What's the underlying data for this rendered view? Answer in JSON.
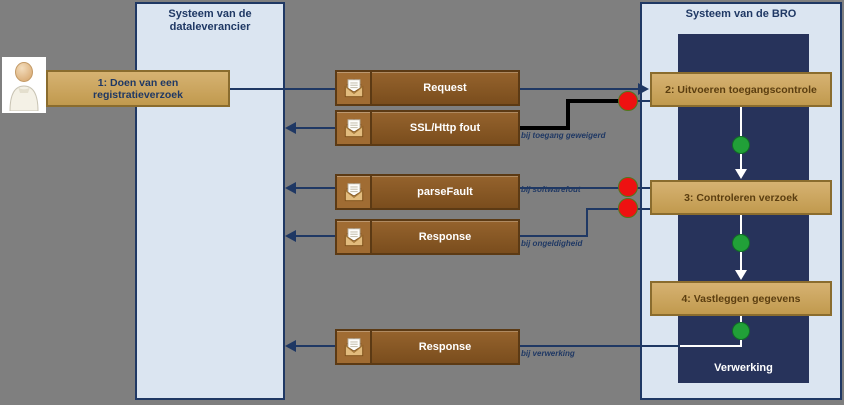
{
  "diagram": {
    "left_panel": {
      "title": "Systeem van de dataleverancier"
    },
    "right_panel": {
      "title": "Systeem van de BRO",
      "process_label": "Verwerking"
    },
    "steps": {
      "step1": "1: Doen van een registratieverzoek",
      "step2": "2: Uitvoeren toegangscontrole",
      "step3": "3:  Controleren verzoek",
      "step4": "4: Vastleggen gegevens"
    },
    "messages": {
      "request": {
        "label": "Request"
      },
      "ssl_fout": {
        "label": "SSL/Http fout",
        "condition": "bij toegang geweigerd"
      },
      "parse_fault": {
        "label": "parseFault",
        "condition": "bij softwarefout"
      },
      "response_ongeldig": {
        "label": "Response",
        "condition": "bij ongeldigheid"
      },
      "response_verwerking": {
        "label": "Response",
        "condition": "bij verwerking"
      }
    },
    "colors": {
      "background": "#7f7f7f",
      "panel_fill": "#dbe5f1",
      "panel_border": "#1f3864",
      "inner_panel": "#27335b",
      "step_fill": "#d6b272",
      "step_fill_dark": "#c19a4e",
      "step_border": "#8a6c2e",
      "step_text": "#5b3e10",
      "step1_text": "#1f3864",
      "message_fill": "#95632d",
      "message_fill_dark": "#7a4d1d",
      "message_border": "#5c3a14",
      "icon_cell": "#a06c33",
      "line": "#1f3864",
      "error_dot": "#ee1111",
      "error_dot_border": "#55761c",
      "ok_dot": "#21a038",
      "ok_dot_border": "#116b27",
      "condition_text": "#1f3864",
      "header_text": "#1f3864"
    }
  }
}
